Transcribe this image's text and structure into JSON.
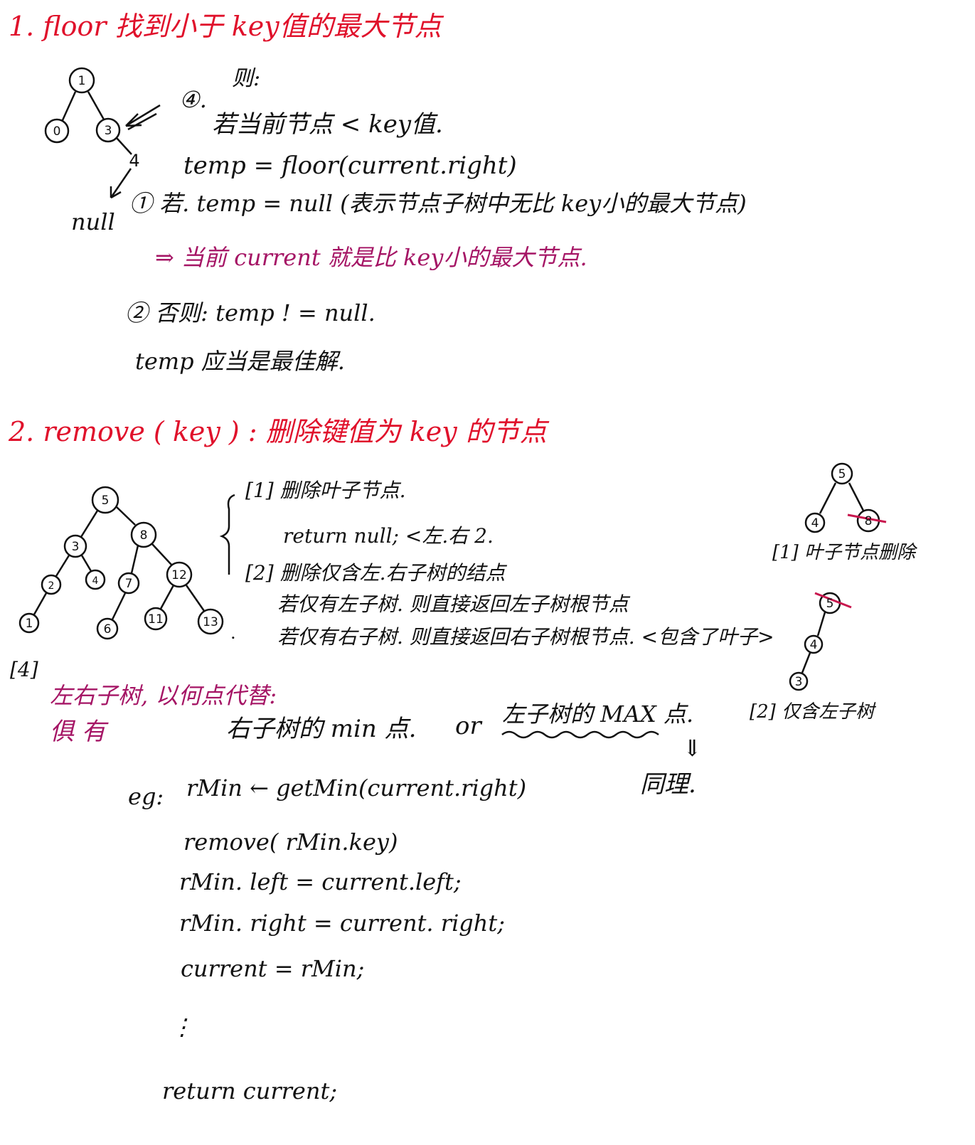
{
  "section1": {
    "title": "1. floor 找到小于 key值的最大节点",
    "step_num": "④.",
    "else_label": "则:",
    "cond": "若当前节点 < key值.",
    "temp_line": "temp = floor(current.right)",
    "null_label": "null",
    "case1": "① 若. temp = null (表示节点子树中无比 key小的最大节点)",
    "case1_result": "⇒ 当前 current 就是比 key小的最大节点.",
    "case2": "② 否则: temp ! = null.",
    "case2_result": "temp 应当是最佳解.",
    "tree": {
      "root": "1",
      "left": "0",
      "right": "3",
      "right_right": "4"
    }
  },
  "section2": {
    "title": "2. remove ( key ) : 删除键值为 key 的节点",
    "cases": {
      "c1": "[1] 删除叶子节点.",
      "c1_code": "return null;  <左.右 2.",
      "c2": "[2] 删除仅含左.右子树的结点",
      "c2_a": "若仅有左子树. 则直接返回左子树根节点",
      "c2_b": "若仅有右子树. 则直接返回右子树根节点. <包含了叶子>",
      "c4_tag": "[4]",
      "c4_q": "左右子树, 以何点代替:",
      "c4_both": "俱  有",
      "c4_opt1": "右子树的 min 点.",
      "c4_or": "or",
      "c4_opt2": "左子树的 MAX 点.",
      "same": "同理.",
      "arrow": "⇓"
    },
    "tree": [
      "5",
      "3",
      "8",
      "2",
      "4",
      "7",
      "12",
      "1",
      "6",
      "11",
      "13"
    ],
    "side_tree1": {
      "nodes": [
        "5",
        "4",
        "8"
      ],
      "caption": "[1] 叶子节点删除"
    },
    "side_tree2": {
      "nodes": [
        "5",
        "4",
        "3"
      ],
      "caption": "[2] 仅含左子树"
    },
    "code": {
      "eg": "eg:",
      "l1": "rMin ← getMin(current.right)",
      "l2": "remove( rMin.key)",
      "l3": "rMin. left = current.left;",
      "l4": "rMin. right = current. right;",
      "l5": "current = rMin;",
      "dots": "⋮",
      "ret": "return  current;"
    }
  }
}
